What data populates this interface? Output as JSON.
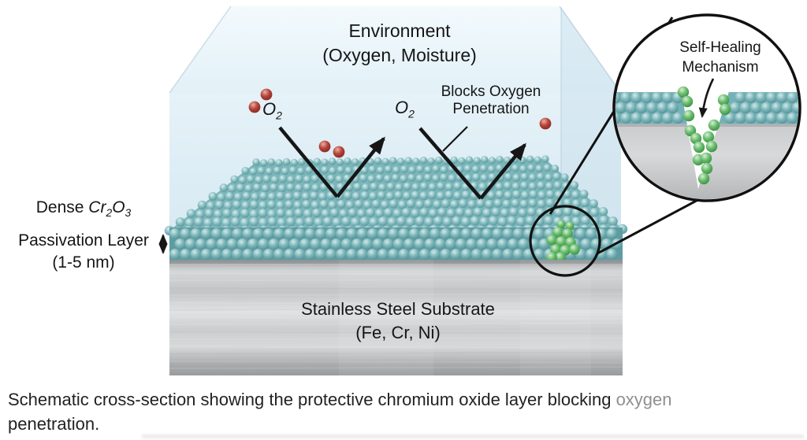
{
  "environment": {
    "line1": "Environment",
    "line2": "(Oxygen, Moisture)"
  },
  "blocks": {
    "line1": "Blocks Oxygen",
    "line2": "Penetration"
  },
  "o2": {
    "base": "O",
    "sub": "2"
  },
  "layer_label": {
    "dense_prefix": "Dense ",
    "cr": "Cr",
    "sub2": "2",
    "o": "O",
    "sub3": "3",
    "line2": "Passivation Layer",
    "line3": "(1-5 nm)"
  },
  "substrate": {
    "line1": "Stainless Steel Substrate",
    "line2": "(Fe, Cr, Ni)"
  },
  "magnifier": {
    "line1": "Self-Healing",
    "line2": "Mechanism"
  },
  "caption": {
    "line1_main": "Schematic cross-section showing the protective chromium oxide layer blocking ",
    "line1_fade": "oxygen",
    "line2": "penetration."
  },
  "colors": {
    "env_blue_light": "#eef7fb",
    "env_blue": "#d8eaf3",
    "env_top": "#f3fafd",
    "env_right": "#c9dfeb",
    "oxide_teal_hi": "#d9eeee",
    "oxide_teal": "#82babe",
    "oxide_teal_dark": "#4e8b91",
    "heal_green_hi": "#d8efd8",
    "heal_green": "#69bd6d",
    "heal_green_dark": "#2f8034",
    "oxygen_red_hi": "#efae9e",
    "oxygen_red": "#b4433b",
    "oxygen_red_dark": "#7a211d",
    "steel_light": "#e0e2e3",
    "steel_mid": "#c3c5c7",
    "steel_dark": "#999b9d",
    "ink": "#161616"
  }
}
